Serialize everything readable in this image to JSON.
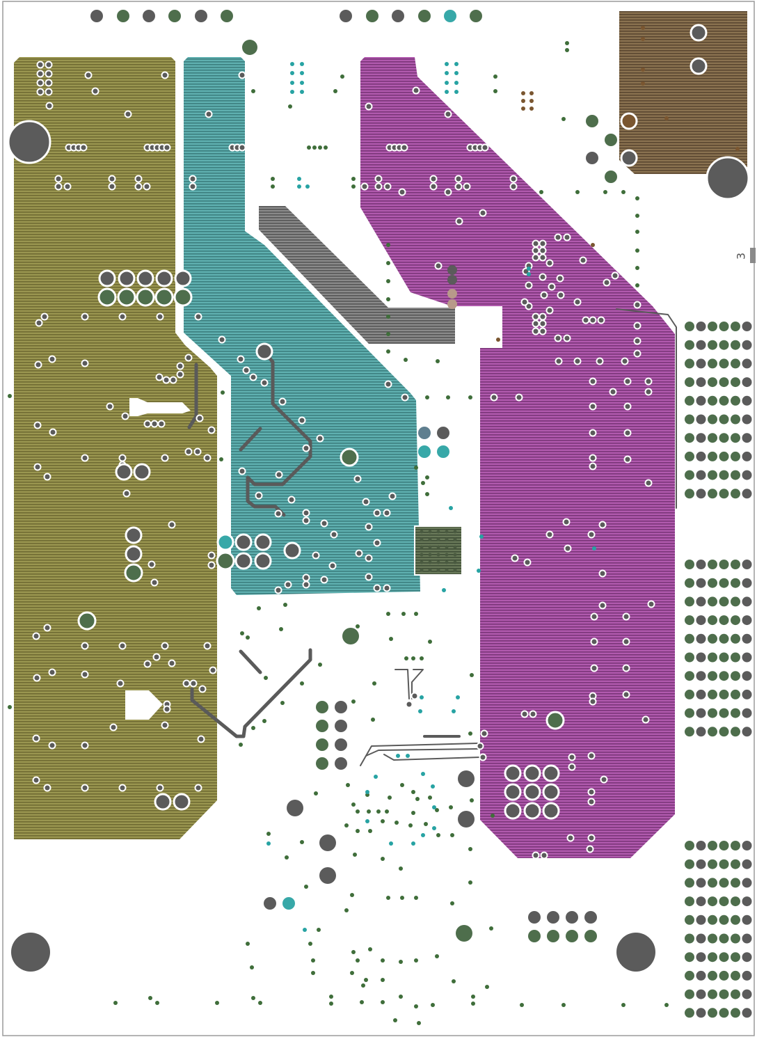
{
  "board": {
    "layer_number": "3",
    "colors": {
      "background": "#ffffff",
      "outline": "#9a9a9a",
      "pour_olive": "#8d8a4a",
      "pour_teal": "#4f9a9a",
      "pour_magenta": "#9b4a98",
      "pour_brown": "#735e44",
      "pour_gray": "#707070",
      "pad_gray": "#5b5b5b",
      "pad_green": "#4e6e4c",
      "pad_teal": "#37a8a8",
      "via_dark_green": "#3f6e3a",
      "via_teal": "#27a3a3",
      "via_brown": "#7a5630",
      "trace": "#5a5a5a"
    },
    "regions": [
      {
        "name": "olive-copper-pour",
        "color_key": "pour_olive"
      },
      {
        "name": "teal-copper-pour",
        "color_key": "pour_teal"
      },
      {
        "name": "magenta-copper-pour",
        "color_key": "pour_magenta"
      },
      {
        "name": "brown-copper-pour",
        "color_key": "pour_brown"
      },
      {
        "name": "gray-copper-pour",
        "color_key": "pour_gray"
      }
    ]
  }
}
